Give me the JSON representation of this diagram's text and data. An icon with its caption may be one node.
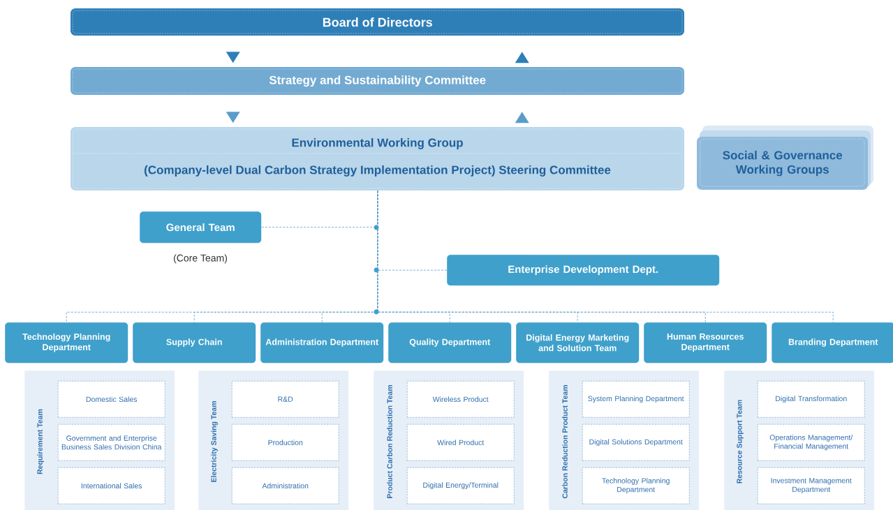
{
  "diagram": {
    "nodes": [
      {
        "text": [
          "Board of Directors"
        ]
      },
      {
        "text": [
          "Strategy and Sustainability Committee"
        ]
      },
      {
        "text": [
          "Environmental Working Group",
          "(Company-level Dual Carbon Strategy Implementation Project) Steering Committee"
        ]
      },
      {
        "text": [
          "Social & Governance Working Groups"
        ]
      },
      {
        "text": [
          "General Team"
        ],
        "beside": [
          "(Core Team)"
        ]
      },
      {
        "text": [
          "Enterprise Development Dept."
        ]
      },
      {
        "text": [
          "Technology Planning Department"
        ]
      },
      {
        "text": [
          "Supply Chain"
        ]
      },
      {
        "text": [
          "Administration Department"
        ]
      },
      {
        "text": [
          "Quality Department"
        ]
      },
      {
        "text": [
          "Digital Energy Marketing and Solution Team"
        ]
      },
      {
        "text": [
          "Human Resources Department"
        ]
      },
      {
        "text": [
          "Branding Department"
        ]
      },
      {
        "text": [
          "Requirement Team"
        ]
      },
      {
        "text": [
          "Domestic Sales"
        ],
        "in": 13
      },
      {
        "text": [
          "Government and Enterprise Business Sales Division China"
        ],
        "in": 13
      },
      {
        "text": [
          "International Sales"
        ],
        "in": 13
      },
      {
        "text": [
          "Electricity Saving Team"
        ]
      },
      {
        "text": [
          "R&D"
        ],
        "in": 17
      },
      {
        "text": [
          "Production"
        ],
        "in": 17
      },
      {
        "text": [
          "Administration"
        ],
        "in": 17
      },
      {
        "text": [
          "Product Carbon Reduction Team"
        ]
      },
      {
        "text": [
          "Wireless Product"
        ],
        "in": 21
      },
      {
        "text": [
          "Wired Product"
        ],
        "in": 21
      },
      {
        "text": [
          "Digital Energy/Terminal"
        ],
        "in": 21
      },
      {
        "text": [
          "Carbon Reduction Product Team"
        ]
      },
      {
        "text": [
          "System Planning Department"
        ],
        "in": 25
      },
      {
        "text": [
          "Digital Solutions Department"
        ],
        "in": 25
      },
      {
        "text": [
          "Technology Planning Department"
        ],
        "in": 25
      },
      {
        "text": [
          "Resource Support Team"
        ]
      },
      {
        "text": [
          "Digital Transformation"
        ],
        "in": 29
      },
      {
        "text": [
          "Operations Management/ Financial Management"
        ],
        "in": 29
      },
      {
        "text": [
          "Investment Management Department"
        ],
        "in": 29
      }
    ],
    "edges": [
      {
        "from": 0,
        "to": 1,
        "arrow": "to",
        "color": "#2e7fb8"
      },
      {
        "from": 1,
        "to": 0,
        "arrow": "to",
        "color": "#2e7fb8"
      },
      {
        "from": 1,
        "to": 2,
        "arrow": "to"
      },
      {
        "from": 2,
        "to": 1,
        "arrow": "to"
      },
      {
        "from": 2,
        "to": 4,
        "arrow": "none",
        "style": "dashed"
      },
      {
        "from": 2,
        "to": 5,
        "arrow": "none",
        "style": "dashed"
      },
      {
        "from": 2,
        "to": 6,
        "arrow": "none",
        "style": "dashed"
      },
      {
        "from": 2,
        "to": 7,
        "arrow": "none",
        "style": "dashed"
      },
      {
        "from": 2,
        "to": 8,
        "arrow": "none",
        "style": "dashed"
      },
      {
        "from": 2,
        "to": 9,
        "arrow": "none",
        "style": "dashed"
      },
      {
        "from": 2,
        "to": 10,
        "arrow": "none",
        "style": "dashed"
      },
      {
        "from": 2,
        "to": 11,
        "arrow": "none",
        "style": "dashed"
      },
      {
        "from": 2,
        "to": 12,
        "arrow": "none",
        "style": "dashed"
      }
    ]
  }
}
